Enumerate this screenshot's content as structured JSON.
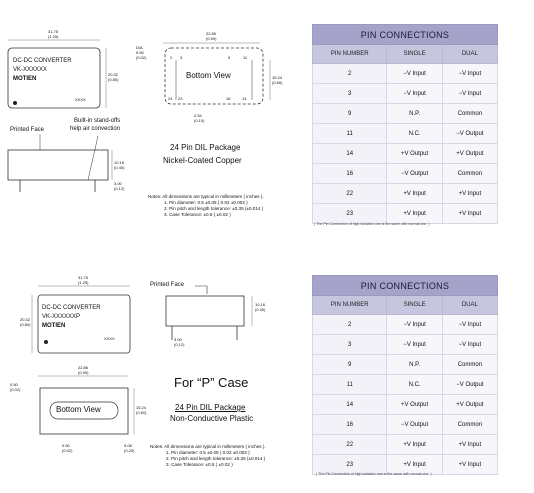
{
  "top": {
    "box": {
      "line1": "DC-DC CONVERTER",
      "line2": "VK-XXXXXX",
      "brand": "MOTIEN",
      "code": "XXXX",
      "width_dim": "31.75",
      "width_dim_in": "(1.25)",
      "height_dim": "20.32",
      "height_dim_in": "(0.80)"
    },
    "side": {
      "printed_face": "Printed Face",
      "standoffs": "Built-in stand-offs",
      "standoffs2": "help air convection",
      "h1": "10.16",
      "h1_in": "(0.40)",
      "h2": "3.00",
      "h2_in": "(0.12)"
    },
    "dil": {
      "bottom_view": "Bottom View",
      "w": "22.86",
      "w_in": "(0.90)",
      "dia": "DIA",
      "dia_v": "0.50",
      "dia_in": "(0.02)",
      "h": "15.24",
      "h_in": "(0.60)",
      "p": "2.54",
      "p_in": "(0.10)",
      "pin_tl": "2",
      "pin_tl2": "3",
      "pin_tr": "9",
      "pin_tr2": "11",
      "pin_bl": "24",
      "pin_bl2": "23",
      "pin_br": "16",
      "pin_br2": "14"
    },
    "package_title": "24 Pin DIL Package",
    "package_sub": "Nickel-Coated Copper",
    "notes_title": "Notes: All dimensions are typical in millimeters ( inches ).",
    "notes": [
      "1. Pin diameter: 0.5 ±0.05 ( 0.02 ±0.002 )",
      "2. Pin pitch and length tolerance: ±0.35 (±0.014 )",
      "3. Case Tolerance: ±0.5 ( ±0.02 )"
    ]
  },
  "bottom": {
    "box": {
      "line1": "DC-DC CONVERTER",
      "line2": "VK-XXXXXXP",
      "brand": "MOTIEN",
      "code": "XXXX",
      "width_dim": "31.75",
      "width_dim_in": "(1.25)",
      "height_dim": "20.32",
      "height_dim_in": "(0.80)"
    },
    "side": {
      "printed_face": "Printed Face",
      "h1": "10.16",
      "h1_in": "(0.40)",
      "h2": "3.00",
      "h2_in": "(0.12)"
    },
    "dil": {
      "bottom_view": "Bottom View",
      "w": "22.86",
      "w_in": "(0.90)",
      "d1": "0.50",
      "d1_in": "(0.02)",
      "h": "15.24",
      "h_in": "(0.60)",
      "p1": "0.50",
      "p1_in": "(0.02)",
      "p2": "5.08",
      "p2_in": "(0.20)"
    },
    "case_title": "For “P” Case",
    "package_title": "24 Pin DIL Package",
    "package_sub": "Non-Conductive Plastic",
    "notes_title": "Notes: All dimensions are typical in millimeters ( inches ).",
    "notes": [
      "1. Pin diameter: 0.5 ±0.05 ( 0.02 ±0.002 )",
      "2. Pin pitch and length tolerance: ±0.35 (±0.014 )",
      "3. Case Tolerance: ±0.5 ( ±0.02 )"
    ]
  },
  "pin_table": {
    "title": "PIN CONNECTIONS",
    "headers": [
      "PIN NUMBER",
      "SINGLE",
      "DUAL"
    ],
    "rows": [
      [
        "2",
        "−V Input",
        "−V Input"
      ],
      [
        "3",
        "−V Input",
        "−V Input"
      ],
      [
        "9",
        "N.P.",
        "Common"
      ],
      [
        "11",
        "N.C.",
        "−V Output"
      ],
      [
        "14",
        "+V Output",
        "+V Output"
      ],
      [
        "16",
        "−V Output",
        "Common"
      ],
      [
        "22",
        "+V Input",
        "+V Input"
      ],
      [
        "23",
        "+V Input",
        "+V Input"
      ]
    ],
    "note": "( The Pin Connection of high isolation one is the same with normal one. )"
  },
  "colors": {
    "table_title_bg": "#a5a3c9",
    "table_head_bg": "#c7c6df"
  }
}
